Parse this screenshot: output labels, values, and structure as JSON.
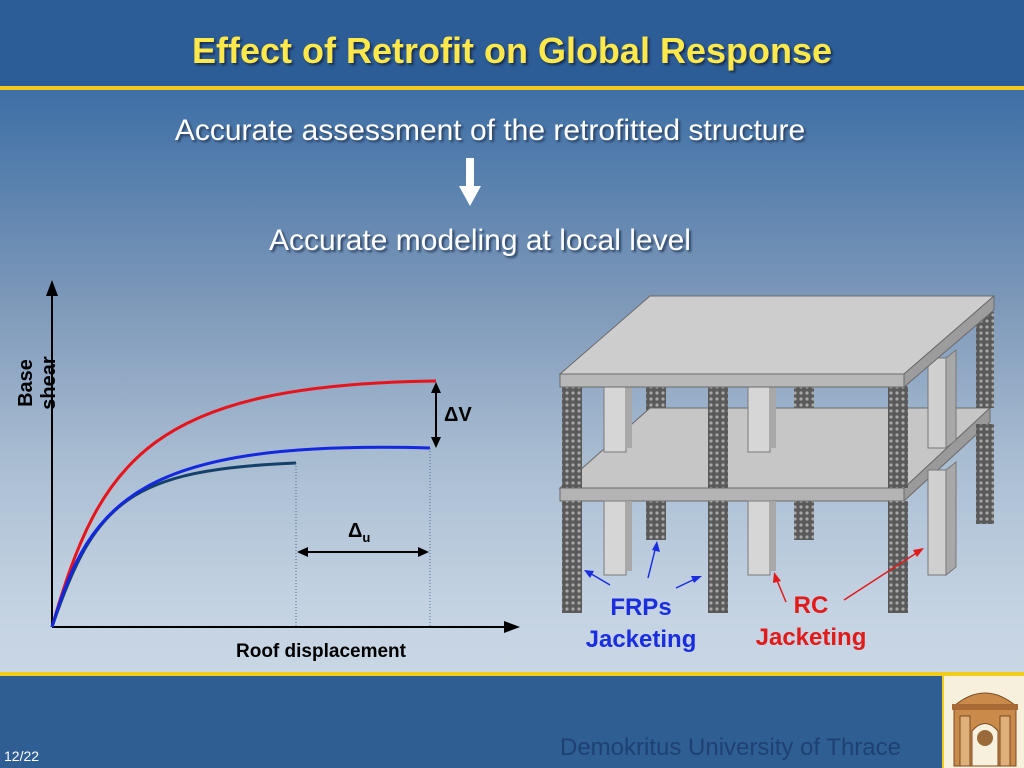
{
  "slide": {
    "title": "Effect of Retrofit on Global Response",
    "line1": "Accurate assessment of the retrofitted structure",
    "line2": "Accurate modeling at local level",
    "page_number": "12/22",
    "university": "Demokritus University of Thrace"
  },
  "graph": {
    "y_axis_label": "Base shear",
    "x_axis_label": "Roof displacement",
    "delta_v_label": "ΔV",
    "delta_u_symbol": "Δ",
    "delta_u_subscript": "u",
    "curve_colors": {
      "top": "#e8141c",
      "middle": "#1428e0",
      "bottom": "#14406a"
    }
  },
  "building": {
    "frp_line1": "FRPs",
    "frp_line2": "Jacketing",
    "rc_line1": "RC",
    "rc_line2": "Jacketing",
    "frp_color": "#1a2ee0",
    "rc_color": "#e21a1a"
  },
  "icons": {
    "arrow": "down-arrow-icon",
    "logo": "university-logo-icon"
  }
}
